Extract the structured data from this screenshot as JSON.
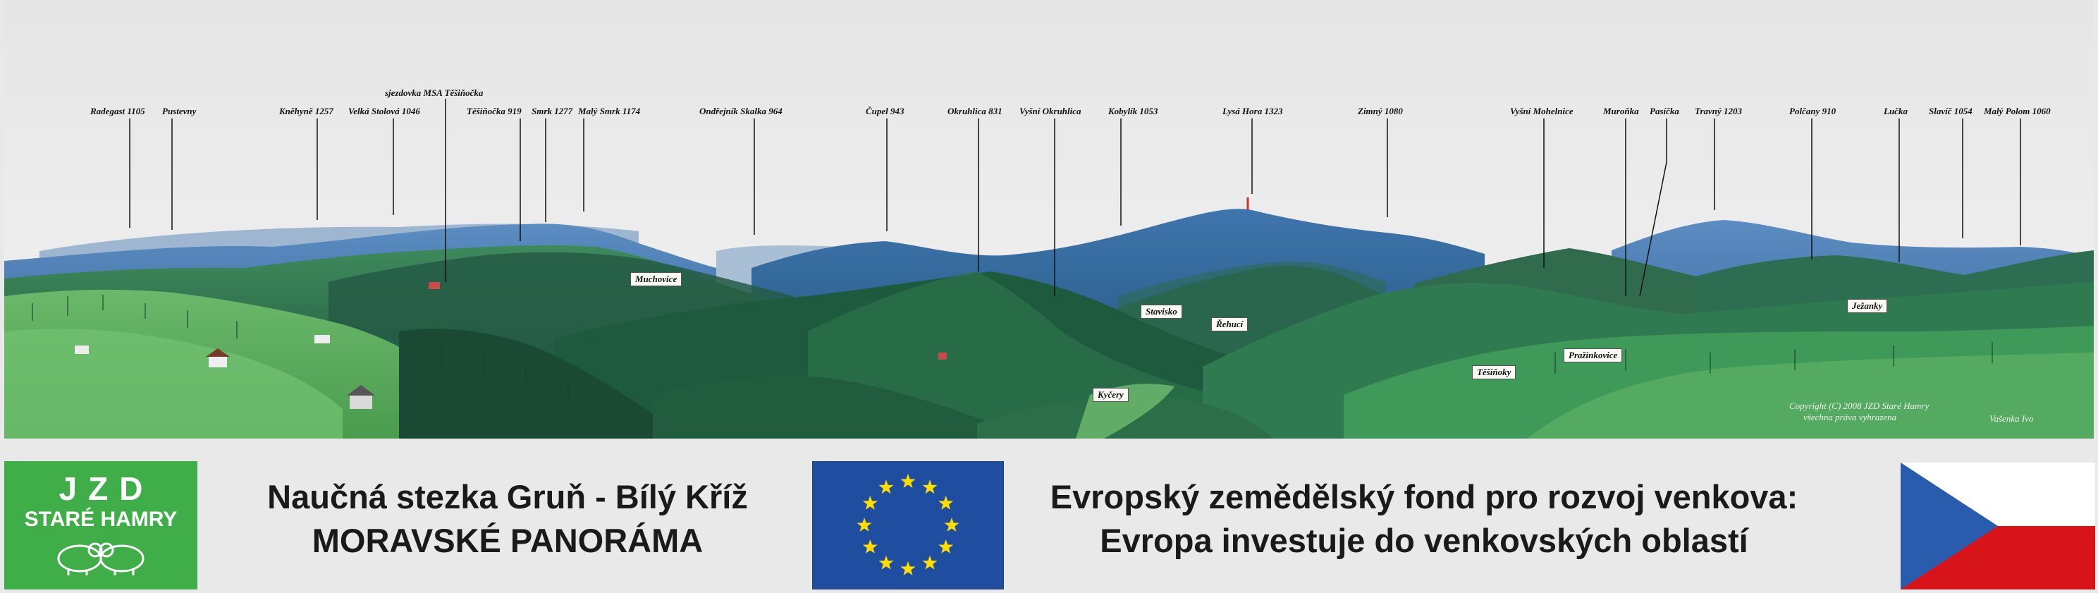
{
  "peaks": [
    {
      "label": "Radegast 1105"
    },
    {
      "label": "Pustevny"
    },
    {
      "label": "Kněhyně 1257"
    },
    {
      "label": "Velká Stolová 1046"
    },
    {
      "label": "sjezdovka MSA Těšiňočka"
    },
    {
      "label": "Těšiňočka 919"
    },
    {
      "label": "Smrk 1277"
    },
    {
      "label": "Malý Smrk 1174"
    },
    {
      "label": "Ondřejník Skalka 964"
    },
    {
      "label": "Čupel 943"
    },
    {
      "label": "Okruhlica 831"
    },
    {
      "label": "Vyšní Okruhlica"
    },
    {
      "label": "Kobylík 1053"
    },
    {
      "label": "Lysá Hora 1323"
    },
    {
      "label": "Zimný 1080"
    },
    {
      "label": "Vyšní Mohelnice"
    },
    {
      "label": "Muroňka"
    },
    {
      "label": "Pasíčka"
    },
    {
      "label": "Travný 1203"
    },
    {
      "label": "Polčany 910"
    },
    {
      "label": "Lučka"
    },
    {
      "label": "Slavíč 1054"
    },
    {
      "label": "Malý Polom 1060"
    }
  ],
  "places": [
    {
      "label": "Muchovice"
    },
    {
      "label": "Stavisko"
    },
    {
      "label": "Řehucí"
    },
    {
      "label": "Kyčery"
    },
    {
      "label": "Těšiňoky"
    },
    {
      "label": "Pražinkovice"
    },
    {
      "label": "Ježanky"
    }
  ],
  "copyright": {
    "line1": "Copyright (C) 2008 JZD Staré Hamry",
    "line2": "všechna práva vyhrazena",
    "signature": "Vašenka Ivo"
  },
  "footer": {
    "logo_line1": "JZD",
    "logo_line2": "STARÉ HAMRY",
    "trail_title": "Naučná stezka Gruň - Bílý Kříž",
    "trail_subtitle": "MORAVSKÉ PANORÁMA",
    "fund_line1": "Evropský zemědělský fond pro rozvoj venkova:",
    "fund_line2": "Evropa investuje do venkovských oblastí"
  },
  "colors": {
    "sky": "#e8e8e8",
    "mountain_far": "#4a7fb5",
    "forest_dark": "#24543f",
    "meadow": "#5aa85a",
    "logo_green": "#3fae49",
    "eu_blue": "#1f4ea0",
    "eu_star": "#ffdd00",
    "cz_blue": "#2a5cae",
    "cz_red": "#d7141a"
  }
}
